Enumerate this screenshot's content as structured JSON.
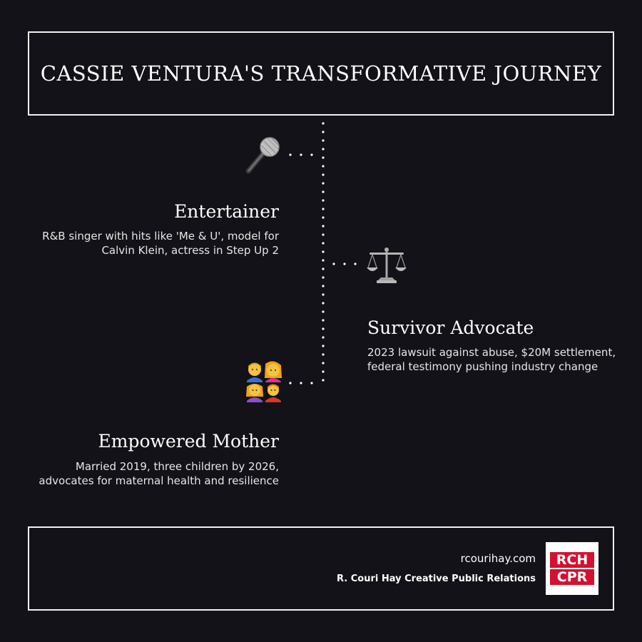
{
  "title": "CASSIE VENTURA'S TRANSFORMATIVE JOURNEY",
  "milestones": [
    {
      "heading": "Entertainer",
      "description": "R&B singer with hits like 'Me & U', model for Calvin Klein, actress in Step Up 2",
      "icon": "microphone-icon",
      "side": "left"
    },
    {
      "heading": "Survivor Advocate",
      "description": "2023 lawsuit against abuse, $20M settlement, federal testimony pushing industry change",
      "icon": "scales-icon",
      "side": "right"
    },
    {
      "heading": "Empowered Mother",
      "description": "Married 2019, three children by 2026, advocates for maternal health and resilience",
      "icon": "family-icon",
      "side": "left"
    }
  ],
  "footer": {
    "url": "rcourihay.com",
    "company": "R. Couri Hay Creative Public Relations",
    "logo_line1": "RCH",
    "logo_line2": "CPR"
  },
  "colors": {
    "background": "#121218",
    "border": "#f2f2f2",
    "logo_red": "#d4112e"
  }
}
